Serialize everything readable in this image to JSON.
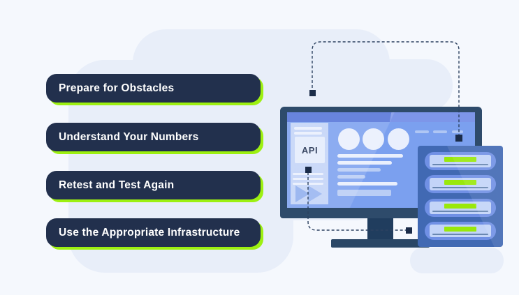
{
  "infographic": {
    "steps": [
      {
        "label": "Prepare for Obstacles"
      },
      {
        "label": "Understand Your Numbers"
      },
      {
        "label": "Retest and Test Again"
      },
      {
        "label": "Use the Appropriate Infrastructure"
      }
    ],
    "monitor": {
      "api_label": "API"
    },
    "icons": {
      "play": "triangle-right",
      "connector_node": "filled-square",
      "avatar": "circle",
      "led": "horizontal-bar"
    }
  },
  "colors": {
    "background": "#f5f8fd",
    "blob": "#e8eef9",
    "pill-navy": "#22304d",
    "accent-green": "#9df011",
    "text-white": "#ffffff",
    "bezel": "#2e4b6b",
    "stand": "#203d5e",
    "stand-base": "#2a4766",
    "screen": "#7ba0ef",
    "topbar": "#5272d8",
    "topbar-light": "#7d96e9",
    "sidebar": "#c2d3f7",
    "panel-light": "#e9effd",
    "line-blue": "#b9cdf5",
    "api-box": "#e4ecfc",
    "navy-text": "#1d2d4d",
    "tower": "#4169b3",
    "slot": "#7090e5",
    "slot-inner": "#c3d4f8",
    "led-green": "#99e80b",
    "slot-line": "#53739f",
    "dash": "#2c4160",
    "node": "#1b2c49",
    "triangle": "#8fadee"
  }
}
